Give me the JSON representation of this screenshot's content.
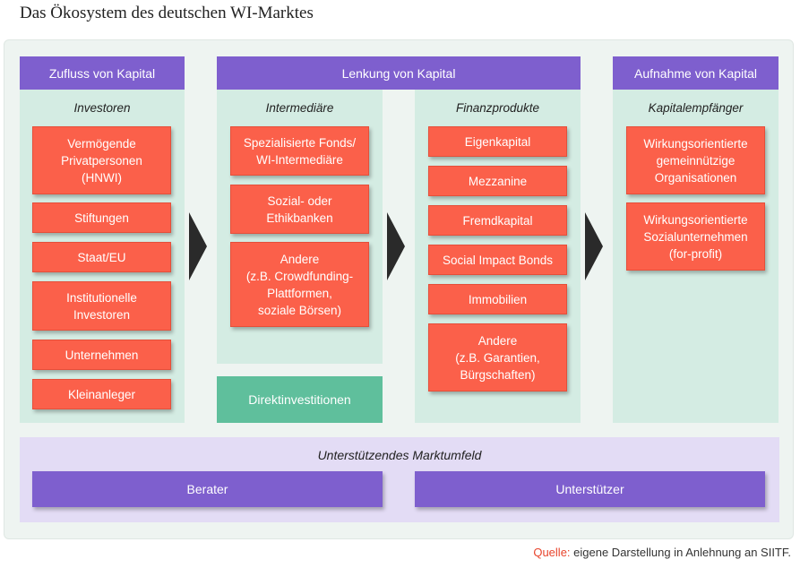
{
  "title": "Das Ökosystem des deutschen WI-Marktes",
  "columns": {
    "zufluss": {
      "header": "Zufluss von Kapital",
      "sub": "Investoren",
      "items": [
        "Vermögende\nPrivatpersonen\n(HNWI)",
        "Stiftungen",
        "Staat/EU",
        "Institutionelle\nInvestoren",
        "Unternehmen",
        "Kleinanleger"
      ]
    },
    "lenkung": {
      "header": "Lenkung von Kapital",
      "intermediaere": {
        "sub": "Intermediäre",
        "items": [
          "Spezialisierte Fonds/\nWI-Intermediäre",
          "Sozial- oder\nEthikbanken",
          "Andere\n(z.B. Crowdfunding-\nPlattformen,\nsoziale Börsen)"
        ]
      },
      "direkt": "Direktinvestitionen",
      "finanzprodukte": {
        "sub": "Finanzprodukte",
        "items": [
          "Eigenkapital",
          "Mezzanine",
          "Fremdkapital",
          "Social Impact Bonds",
          "Immobilien",
          "Andere\n(z.B. Garantien,\nBürgschaften)"
        ]
      }
    },
    "aufnahme": {
      "header": "Aufnahme von Kapital",
      "sub": "Kapitalempfänger",
      "items": [
        "Wirkungsorientierte\ngemeinnützige\nOrganisationen",
        "Wirkungsorientierte\nSozialunternehmen\n(for-profit)"
      ]
    }
  },
  "support": {
    "title": "Unterstützendes Marktumfeld",
    "items": [
      "Berater",
      "Unterstützer"
    ]
  },
  "source": {
    "label": "Quelle:",
    "text": " eigene Darstellung in Anlehnung an SIITF."
  },
  "colors": {
    "purple": "#7e5fce",
    "orange": "#fb604a",
    "teal_panel": "#d4ece3",
    "green": "#5fbf9c",
    "support_bg": "#e3dcf5"
  }
}
